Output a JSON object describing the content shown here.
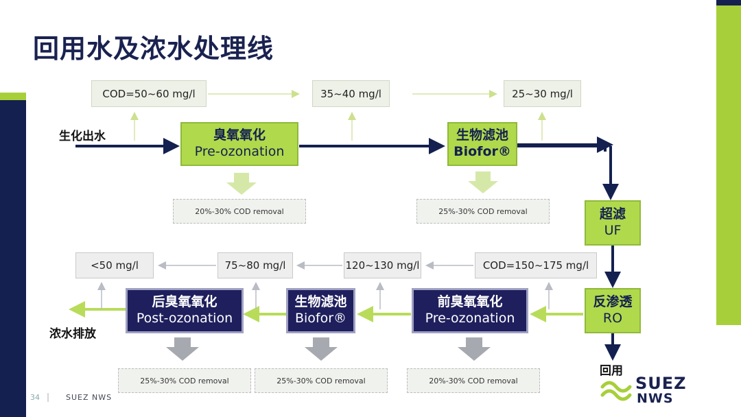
{
  "title": "回用水及浓水处理线",
  "labels": {
    "inflow": "生化出水",
    "concentrate_out": "浓水排放",
    "reuse": "回用"
  },
  "top_line": {
    "cod_values": [
      "COD=50~60 mg/l",
      "35~40 mg/l",
      "25~30 mg/l"
    ],
    "processes": [
      {
        "cn": "臭氧氧化",
        "en": "Pre-ozonation"
      },
      {
        "cn": "生物滤池",
        "en": "Biofor®"
      }
    ],
    "removals": [
      "20%-30% COD removal",
      "25%-30% COD removal"
    ]
  },
  "right_line": {
    "processes": [
      {
        "cn": "超滤",
        "en": "UF"
      },
      {
        "cn": "反渗透",
        "en": "RO"
      }
    ]
  },
  "bottom_line": {
    "cod_values": [
      "COD=150~175 mg/l",
      "120~130 mg/l",
      "75~80 mg/l",
      "<50 mg/l"
    ],
    "processes": [
      {
        "cn": "前臭氧氧化",
        "en": "Pre-ozonation"
      },
      {
        "cn": "生物滤池",
        "en": "Biofor®"
      },
      {
        "cn": "后臭氧氧化",
        "en": "Post-ozonation"
      }
    ],
    "removals": [
      "20%-30% COD removal",
      "25%-30% COD removal",
      "25%-30% COD removal"
    ]
  },
  "footer": {
    "page_number": "34",
    "company": "SUEZ NWS"
  },
  "logo": {
    "line1": "SUEZ",
    "line2": "NWS"
  },
  "colors": {
    "navy": "#14204f",
    "green": "#a7cf3a",
    "arrow_light_green": "#b8dc5a"
  }
}
